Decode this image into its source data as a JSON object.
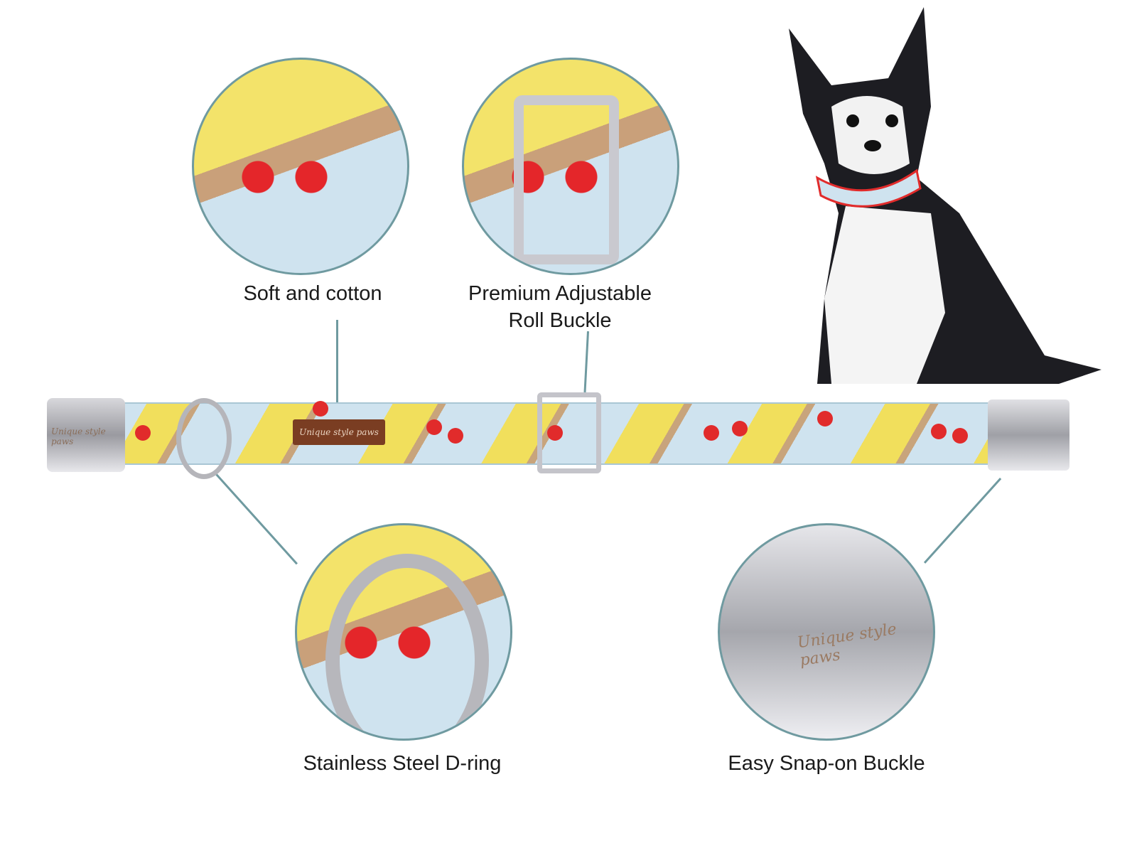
{
  "features": [
    {
      "label": "Soft and cotton"
    },
    {
      "label_line1": "Premium Adjustable",
      "label_line2": "Roll Buckle"
    },
    {
      "label": "Stainless Steel D-ring"
    },
    {
      "label": "Easy Snap-on Buckle"
    }
  ],
  "brand": "Unique style paws",
  "colors": {
    "connector": "#6f9aa0",
    "fabric": "#cfe3ef",
    "pepperoni": "#e12b2b",
    "cheese": "#f1df5c",
    "tag": "#7a3d22"
  }
}
